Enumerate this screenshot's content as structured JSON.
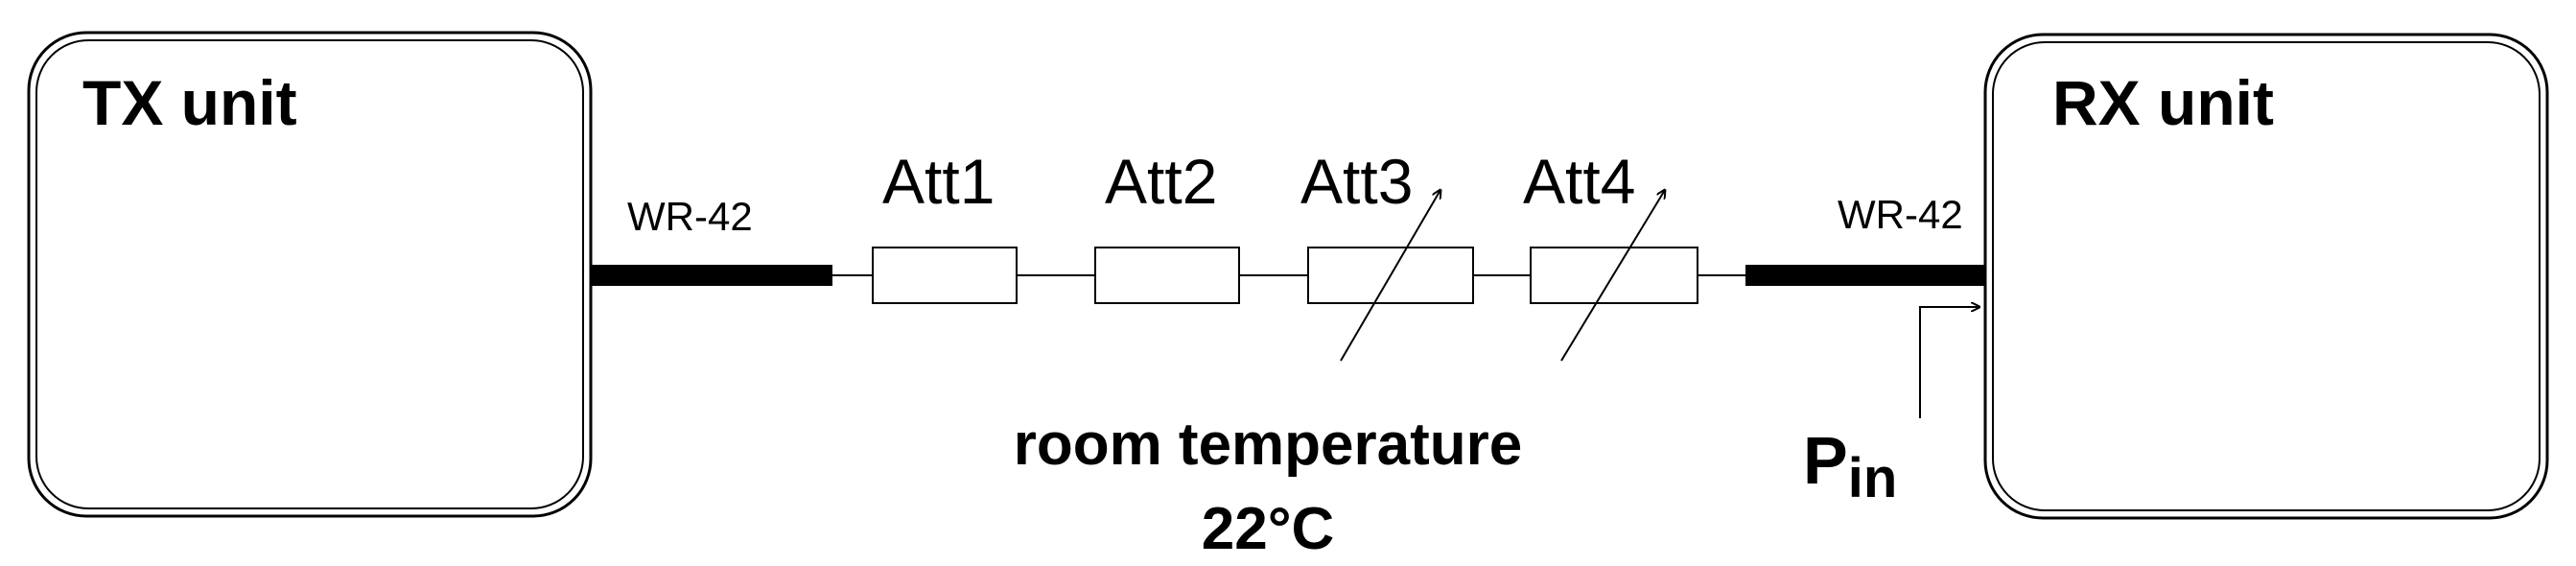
{
  "tx_unit": {
    "label": "TX unit"
  },
  "rx_unit": {
    "label": "RX unit"
  },
  "waveguide_left": {
    "label": "WR-42"
  },
  "waveguide_right": {
    "label": "WR-42"
  },
  "attenuators": [
    {
      "label": "Att1",
      "variable": false
    },
    {
      "label": "Att2",
      "variable": false
    },
    {
      "label": "Att3",
      "variable": true
    },
    {
      "label": "Att4",
      "variable": true
    }
  ],
  "note": {
    "line1": "room temperature",
    "line2": "22°C"
  },
  "pin_label": {
    "main": "P",
    "subscript": "in"
  },
  "colors": {
    "stroke": "#000000",
    "background": "#ffffff"
  }
}
